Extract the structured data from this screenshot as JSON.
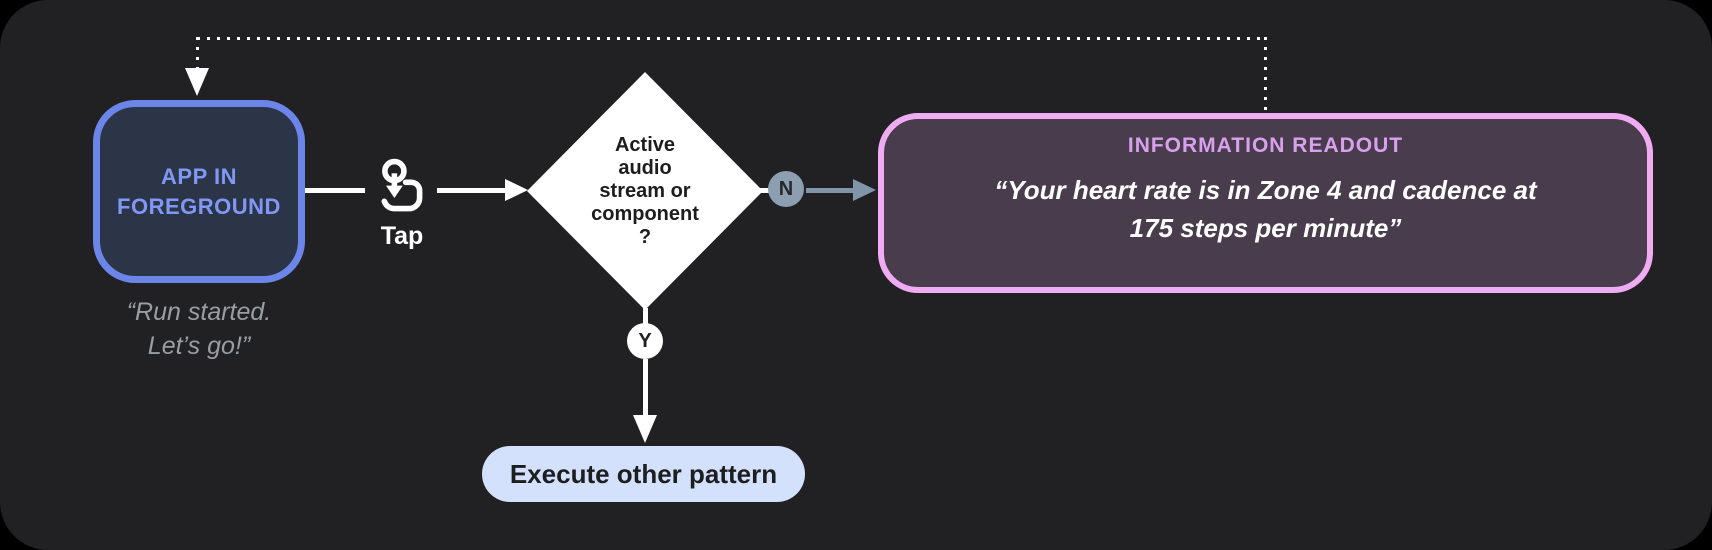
{
  "diagram": {
    "app_node": {
      "label": "APP IN\nFOREGROUND",
      "caption": "“Run started.\nLet’s go!”"
    },
    "tap": {
      "label": "Tap",
      "icon": "tap-gesture-icon"
    },
    "decision": {
      "label": "Active\naudio\nstream or\ncomponent\n?"
    },
    "branches": {
      "no_label": "N",
      "yes_label": "Y"
    },
    "readout": {
      "title": "INFORMATION READOUT",
      "quote": "“Your heart rate is in Zone 4 and cadence at\n175 steps per minute”"
    },
    "execute_node": {
      "label": "Execute other pattern"
    },
    "colors": {
      "panel_background": "#212124",
      "app_node_border": "#6C85E9",
      "app_node_fill": "#2C3447",
      "app_node_text": "#7F98F4",
      "caption_text": "#999EA3",
      "decision_fill": "#FFFFFF",
      "decision_text": "#1D1D1D",
      "no_branch": "#8C9FB0",
      "readout_border": "#EFACF3",
      "readout_fill": "#493C4C",
      "readout_title": "#D9A0EE",
      "execute_fill": "#D4E1FC",
      "flow_line": "#FFFFFF"
    }
  }
}
